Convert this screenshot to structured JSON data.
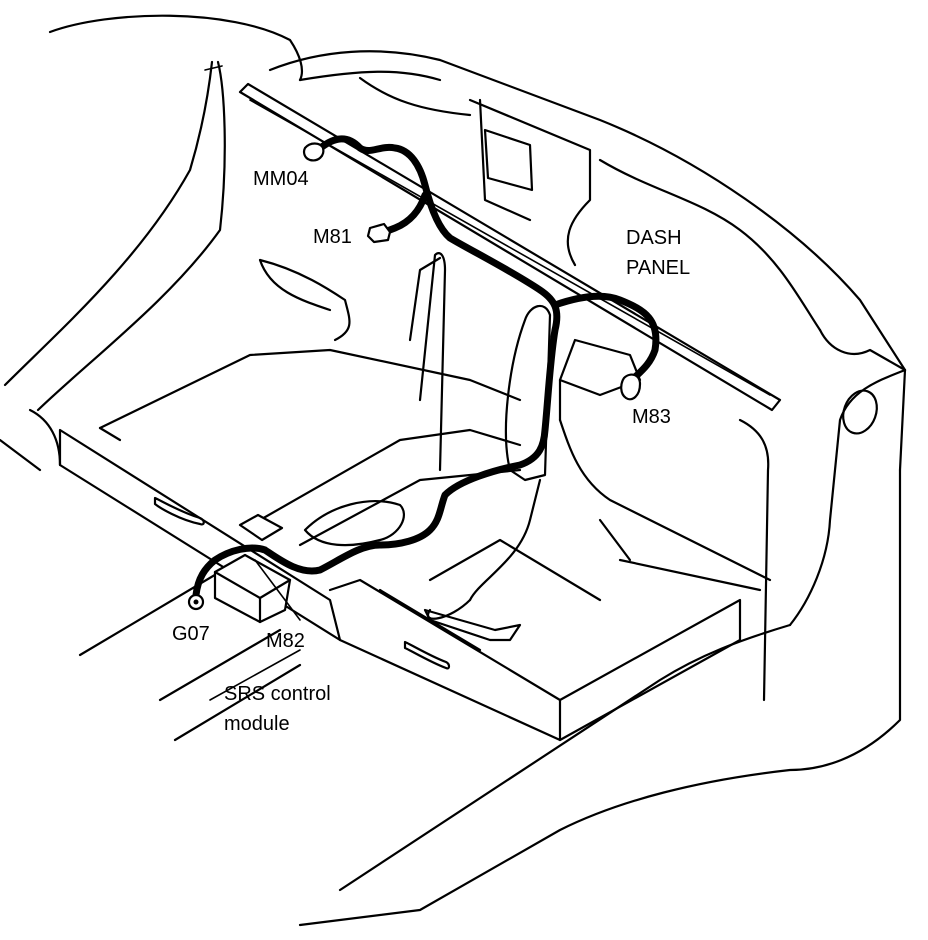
{
  "labels": {
    "mm04": "MM04",
    "m81": "M81",
    "dash_line1": "DASH",
    "dash_line2": "PANEL",
    "m83": "M83",
    "g07": "G07",
    "m82": "M82",
    "srs_line1": "SRS control",
    "srs_line2": "module"
  }
}
